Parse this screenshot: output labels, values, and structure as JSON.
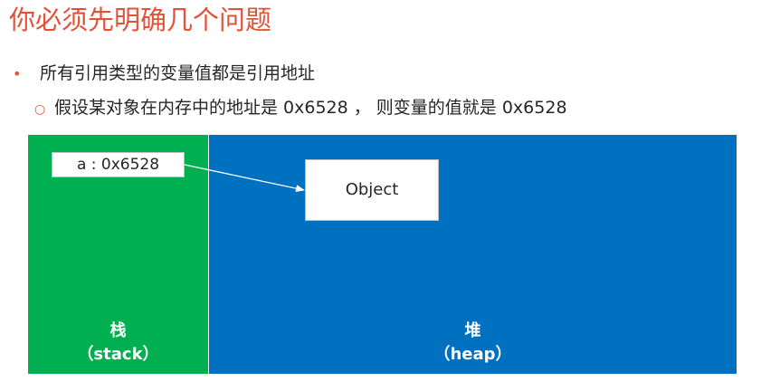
{
  "title": "你必须先明确几个问题",
  "bullets": {
    "level1": "所有引用类型的变量值都是引用地址",
    "level2": "假设某对象在内存中的地址是 0x6528 ，  则变量的值就是 0x6528"
  },
  "diagram": {
    "variable_label": "a : 0x6528",
    "object_label": "Object",
    "stack": {
      "name": "栈",
      "sub": "（stack）",
      "color": "#00b050"
    },
    "heap": {
      "name": "堆",
      "sub": "（heap）",
      "color": "#0070c0"
    }
  }
}
